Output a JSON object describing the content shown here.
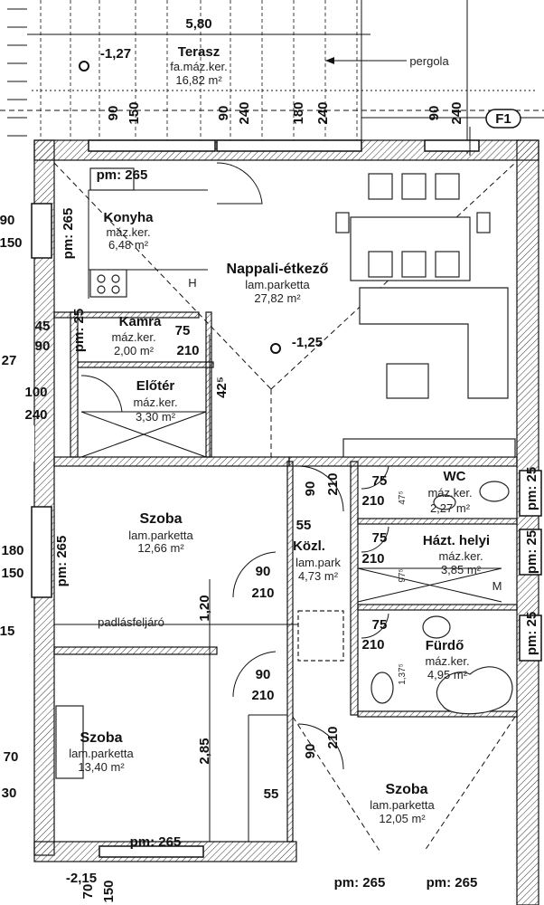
{
  "dims": {
    "overall_width": "5,80",
    "terrace_level": "-1,27",
    "living_level": "-1,25",
    "bottom_level": "-2,15",
    "top": [
      "90",
      "150",
      "90",
      "240",
      "180",
      "240",
      "90",
      "240"
    ],
    "left": [
      "90",
      "150",
      "45",
      "90",
      "27",
      "100",
      "240",
      "180",
      "150",
      "15",
      "70",
      "30"
    ],
    "pm_kitchen": "pm: 265",
    "pm_left1": "pm: 265",
    "pm_left2": "pm: 265",
    "pm_kamra": "pm: 25",
    "pm_wc": "pm: 25",
    "pm_hazt": "pm: 25",
    "pm_furdo": "pm: 25",
    "pm_bottom1": "pm: 265",
    "pm_bottom2": "pm: 265",
    "pm_bottom3": "pm: 265",
    "kitchen_wall": "265",
    "bottom_70": "70",
    "bottom_150": "150"
  },
  "callouts": {
    "pergola": "pergola",
    "section": "F1",
    "attic": "padlásfeljáró",
    "machine": "M",
    "hood": "H"
  },
  "rooms": {
    "terasz": {
      "name": "Terasz",
      "floor": "fa.máz.ker.",
      "area": "16,82 m²"
    },
    "konyha": {
      "name": "Konyha",
      "floor": "máz.ker.",
      "area": "6,48 m²"
    },
    "nappali": {
      "name": "Nappali-étkező",
      "floor": "lam.parketta",
      "area": "27,82 m²"
    },
    "kamra": {
      "name": "Kamra",
      "floor": "máz.ker.",
      "area": "2,00 m²",
      "door_w": "75",
      "door_h": "210"
    },
    "eloter": {
      "name": "Előtér",
      "floor": "máz.ker.",
      "area": "3,30 m²",
      "height": "42⁵"
    },
    "wc": {
      "name": "WC",
      "floor": "máz.ker.",
      "area": "2,27 m²",
      "door_w": "75",
      "door_h": "210",
      "dim": "47⁵"
    },
    "hazt": {
      "name": "Házt. helyi",
      "floor": "máz.ker.",
      "area": "3,85 m²",
      "door_w": "75",
      "door_h": "210",
      "dim": "97⁵"
    },
    "furdo": {
      "name": "Fürdő",
      "floor": "máz.ker.",
      "area": "4,95 m²",
      "door_w": "75",
      "door_h": "210",
      "dim": "1,37⁵"
    },
    "kozl": {
      "name": "Közl.",
      "floor": "lam.park",
      "area": "4,73 m²",
      "dim": "55",
      "door_w": "90",
      "door_h": "210"
    },
    "szoba1": {
      "name": "Szoba",
      "floor": "lam.parketta",
      "area": "12,66 m²",
      "door_w": "90",
      "door_h": "210",
      "dim": "1,20"
    },
    "szoba2": {
      "name": "Szoba",
      "floor": "lam.parketta",
      "area": "13,40 m²",
      "door_w": "90",
      "door_h": "210",
      "dim": "2,85",
      "dim2": "55"
    },
    "szoba3": {
      "name": "Szoba",
      "floor": "lam.parketta",
      "area": "12,05 m²",
      "door_w": "90",
      "door_h": "210"
    }
  }
}
